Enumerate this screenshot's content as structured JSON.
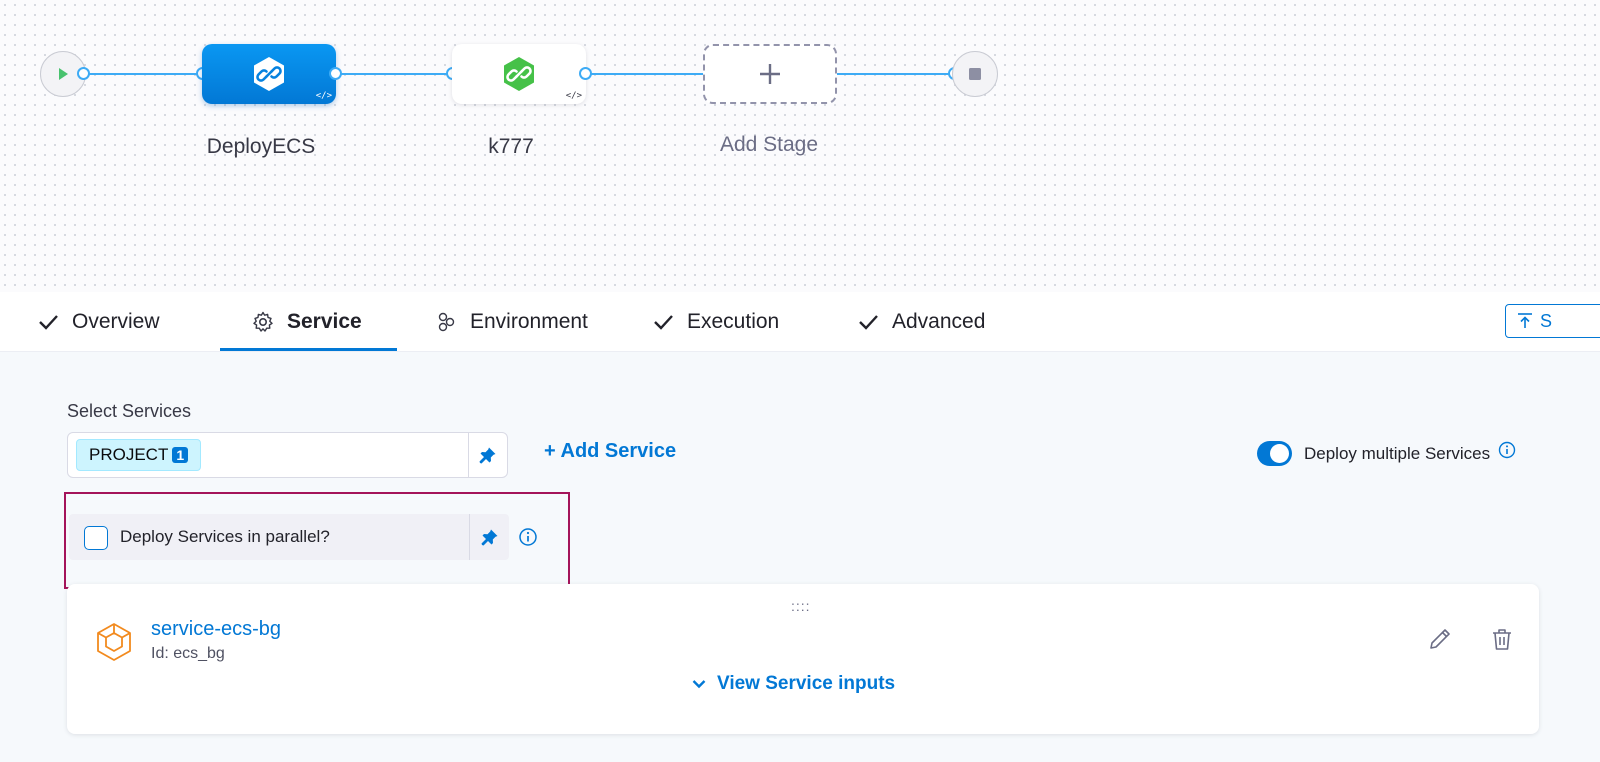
{
  "pipeline": {
    "stages": [
      {
        "name": "DeployECS",
        "icon": "ecs-chain-icon",
        "selected": true
      },
      {
        "name": "k777",
        "icon": "custom-chain-icon",
        "selected": false
      }
    ],
    "add_stage_label": "Add Stage",
    "start_icon": "play-icon",
    "end_icon": "stop-icon",
    "code_mark": "</>"
  },
  "tabs": [
    {
      "label": "Overview",
      "icon": "check-icon"
    },
    {
      "label": "Service",
      "icon": "gear-icon",
      "active": true
    },
    {
      "label": "Environment",
      "icon": "environment-icon"
    },
    {
      "label": "Execution",
      "icon": "check-icon"
    },
    {
      "label": "Advanced",
      "icon": "check-icon"
    }
  ],
  "toolbar": {
    "save_partial_label": "S"
  },
  "service_section": {
    "select_label": "Select Services",
    "selected_tag": "PROJECT",
    "selected_count": "1",
    "add_service_label": "+ Add Service",
    "deploy_multiple_label": "Deploy multiple Services",
    "deploy_multiple_enabled": true,
    "parallel_label": "Deploy Services in parallel?",
    "parallel_checked": false
  },
  "service_card": {
    "name": "service-ecs-bg",
    "id_text": "Id: ecs_bg",
    "view_inputs_label": "View Service inputs",
    "drag_handle": "::::"
  },
  "colors": {
    "accent": "#0278d5",
    "edge": "#3dabf5",
    "highlight_border": "#a4145a",
    "service_icon": "#f28a1e"
  }
}
